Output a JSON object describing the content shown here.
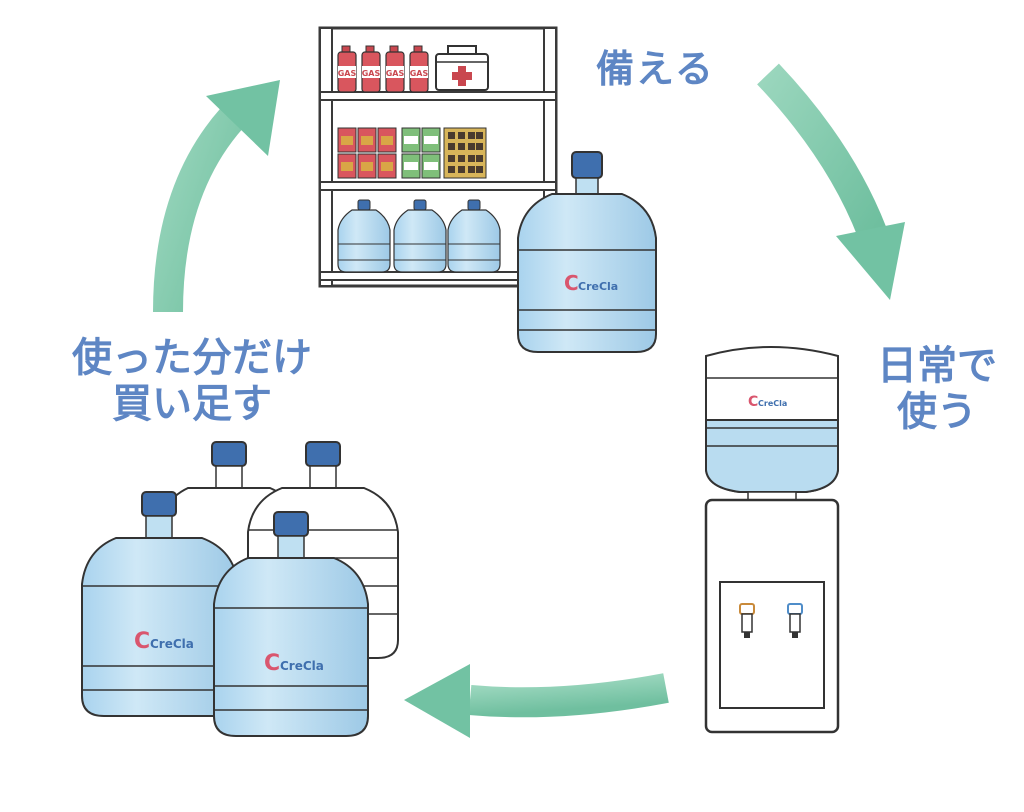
{
  "diagram": {
    "type": "cycle",
    "steps": [
      {
        "id": "prepare",
        "lines": [
          "備える"
        ]
      },
      {
        "id": "daily-use",
        "lines": [
          "日常で",
          "使う"
        ]
      },
      {
        "id": "buy",
        "lines": [
          "使った分だけ",
          "買い足す"
        ]
      }
    ],
    "flow": [
      "prepare",
      "daily-use",
      "buy",
      "prepare"
    ]
  },
  "shelf": {
    "gas_label": "GAS"
  },
  "brand": {
    "logo_text": "CreCla"
  },
  "colors": {
    "label": "#5e86c4",
    "arrow": "#7fc9ad",
    "water": "#bfe0f2",
    "water_dark": "#8fb9d8",
    "cap": "#3f6fae",
    "outline": "#3a3a3a",
    "red": "#c9474f"
  }
}
